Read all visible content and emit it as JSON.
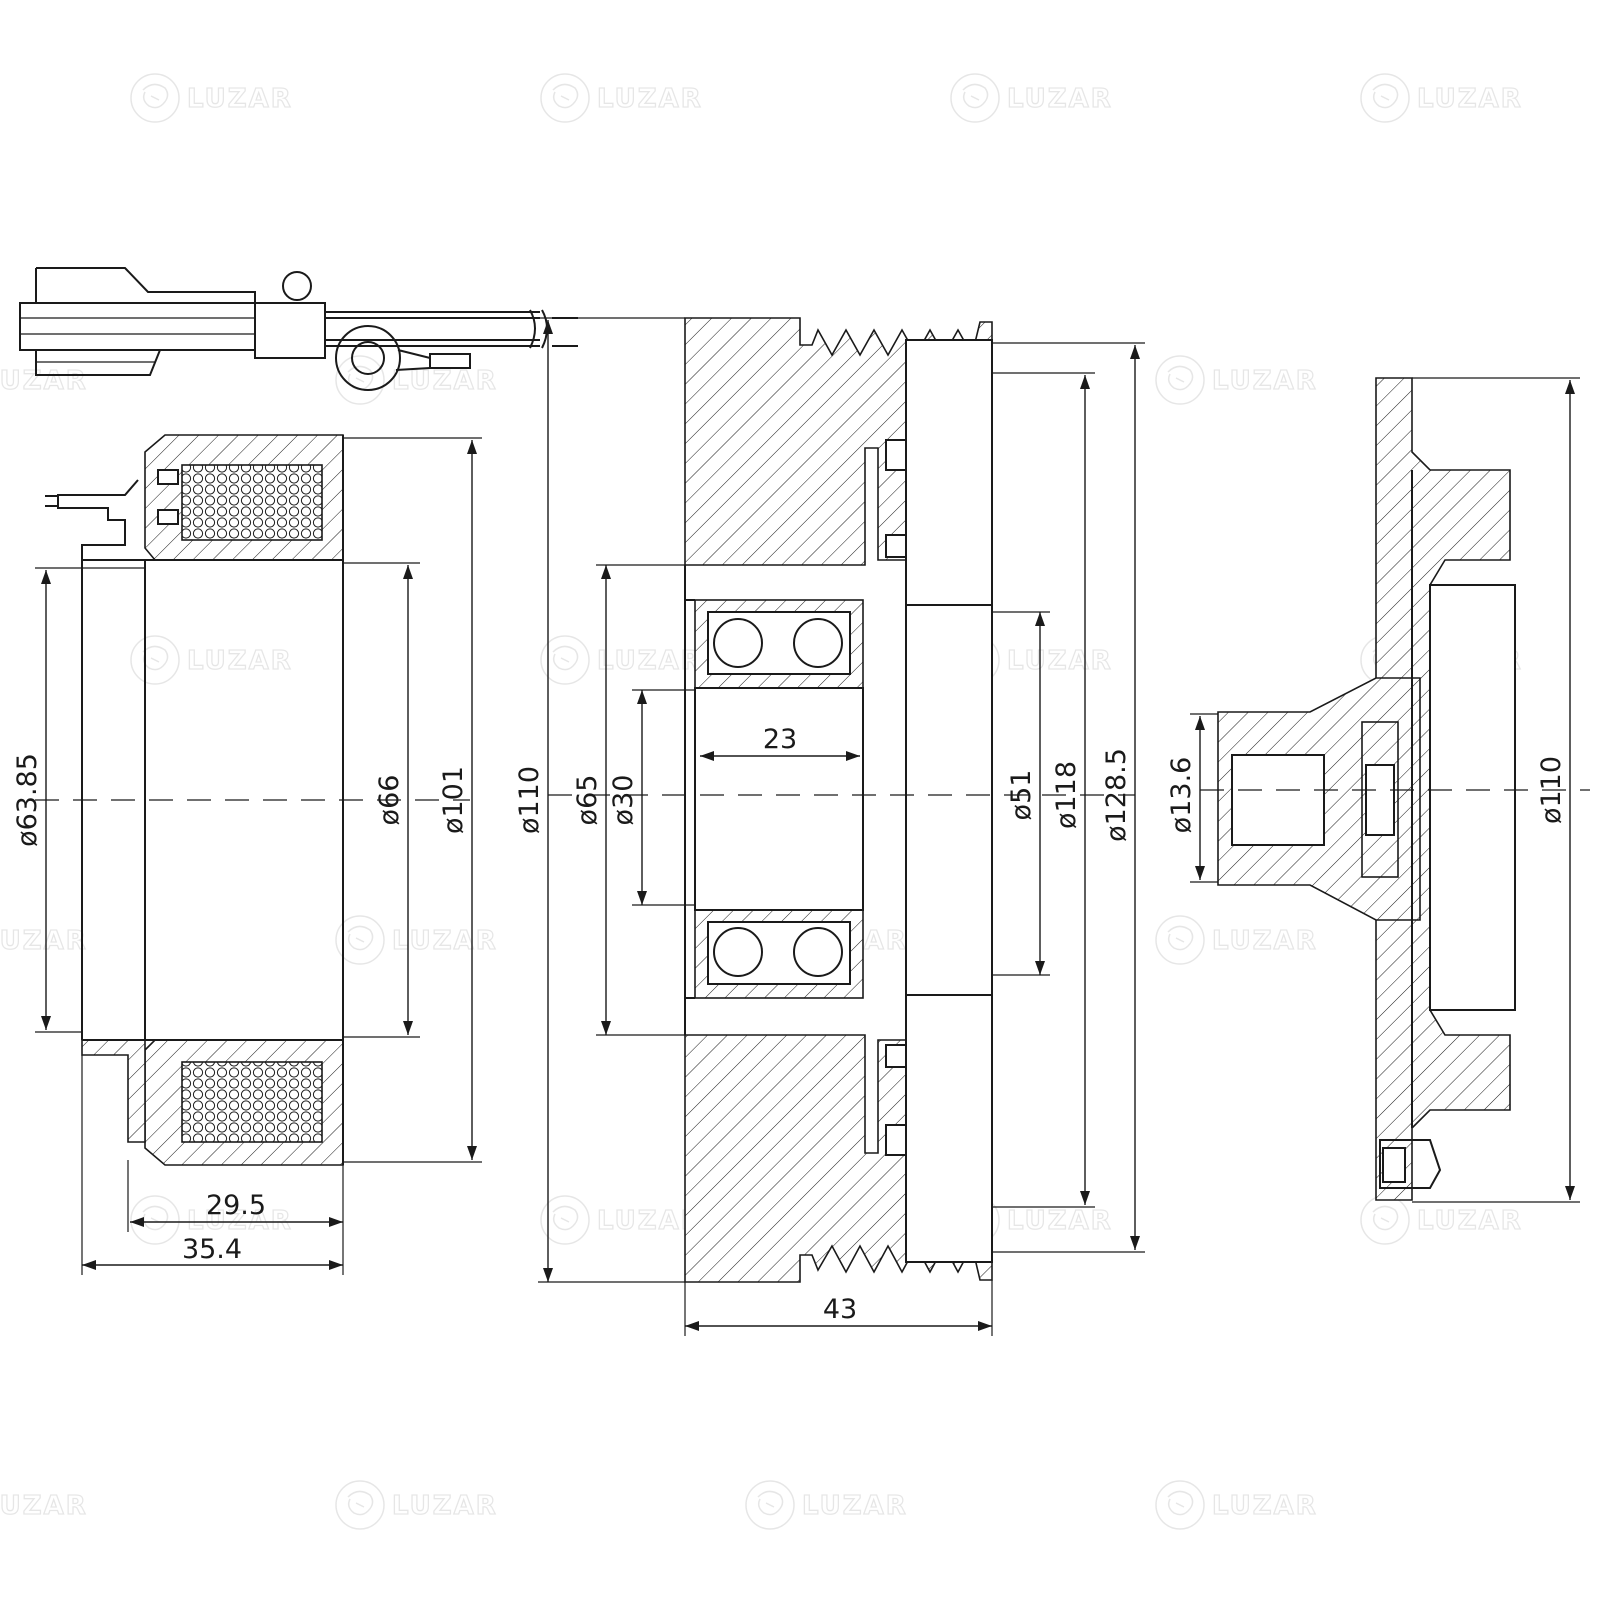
{
  "brand": {
    "watermark_text": "LUZAR",
    "watermark_color": "#444444"
  },
  "views": {
    "coil": {
      "dimensions": {
        "inner_diameter": "ø63.85",
        "bore_diameter": "ø66",
        "outer_diameter": "ø101",
        "winding_width": "29.5",
        "overall_width": "35.4"
      }
    },
    "pulley": {
      "dimensions": {
        "hub_diameter": "ø110",
        "bearing_outer": "ø65",
        "shaft_bore": "ø30",
        "bearing_width": "23",
        "inner_ring": "ø51",
        "groove_diameter": "ø118",
        "outer_diameter": "ø128.5",
        "overall_width": "43"
      }
    },
    "hub_plate": {
      "dimensions": {
        "spline_diameter": "ø13.6",
        "plate_diameter": "ø110"
      }
    }
  },
  "colors": {
    "line": "#1a1a1a",
    "background": "#ffffff"
  }
}
